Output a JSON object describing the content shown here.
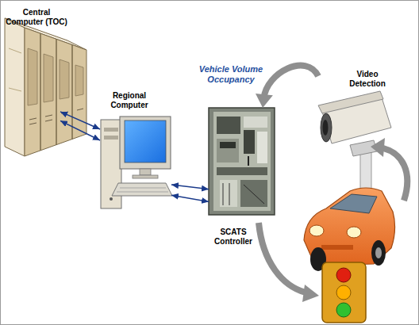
{
  "diagram": {
    "nodes": [
      {
        "text": [
          "Central Computer (TOC)"
        ]
      },
      {
        "text": [
          "Regional Computer"
        ]
      },
      {
        "text": [
          "SCATS Controller"
        ]
      },
      {
        "text": [
          "Video Detection"
        ]
      }
    ],
    "edges": [
      {
        "from": 0,
        "to": 1,
        "arrow": "both"
      },
      {
        "from": 0,
        "to": 1,
        "arrow": "both"
      },
      {
        "from": 1,
        "to": 2,
        "arrow": "both"
      },
      {
        "from": 1,
        "to": 2,
        "arrow": "both"
      },
      {
        "from": 3,
        "to": 2,
        "label": "Vehicle Volume Occupancy",
        "arrow": "to"
      }
    ]
  }
}
